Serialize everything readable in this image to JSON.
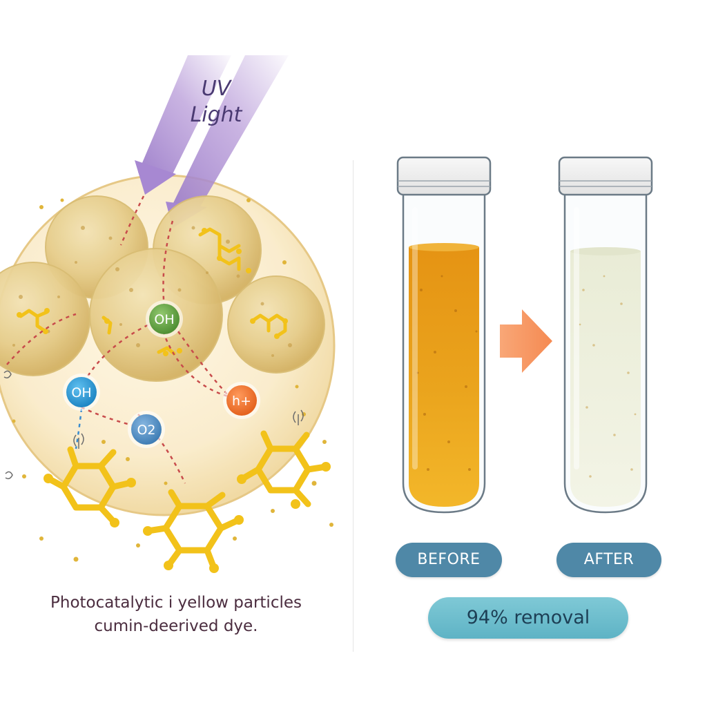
{
  "diagram": {
    "uv_label": [
      "UV",
      "Light"
    ],
    "ions": {
      "oh_center": "OH",
      "oh_left": "OH",
      "o2": "O2",
      "h_plus": "h+"
    },
    "caption": [
      "Photocatalytic ⅰ yellow particles",
      "cumin-deerived dye."
    ],
    "before_label": "BEFORE",
    "after_label": "AFTER",
    "removal_label": "94% removal"
  },
  "colors": {
    "uv_beam": "#b79ad8",
    "oh_center": "#6aa84f",
    "oh_left": "#3aa0d8",
    "o2": "#5b95c9",
    "h_plus": "#ee7a3a",
    "dye_before": "#e8a21a",
    "liquid_after": "#eef0dc",
    "arrow": "#f7a070",
    "pill": "#4f88a7",
    "removal_pill": "#6cbccb"
  }
}
